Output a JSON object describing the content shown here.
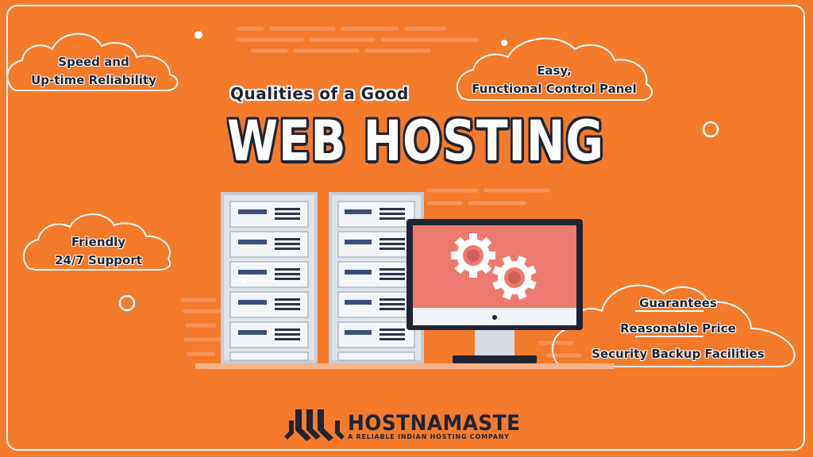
{
  "title": {
    "line1": "Qualities of a Good",
    "line2": "WEB HOSTING"
  },
  "clouds": {
    "speed": {
      "line1": "Speed and",
      "line2": "Up-time Reliability"
    },
    "control": {
      "line1": "Easy,",
      "line2": "Functional Control Panel"
    },
    "support": {
      "line1": "Friendly",
      "line2": "24/7 Support"
    },
    "extras": {
      "line1": "Guarantees",
      "line2": "Reasonable Price",
      "line3": "Security Backup Facilities"
    }
  },
  "brand": {
    "name": "HOSTNAMASTE",
    "tagline": "A RELIABLE INDIAN HOSTING COMPANY"
  },
  "colors": {
    "background": "#f47a2c",
    "dark": "#1e2433",
    "server_body": "#e8ecf2",
    "monitor_screen": "#ec7a70"
  },
  "icons": [
    "server-rack-icon",
    "monitor-gears-icon",
    "hostnamaste-logo-icon"
  ]
}
